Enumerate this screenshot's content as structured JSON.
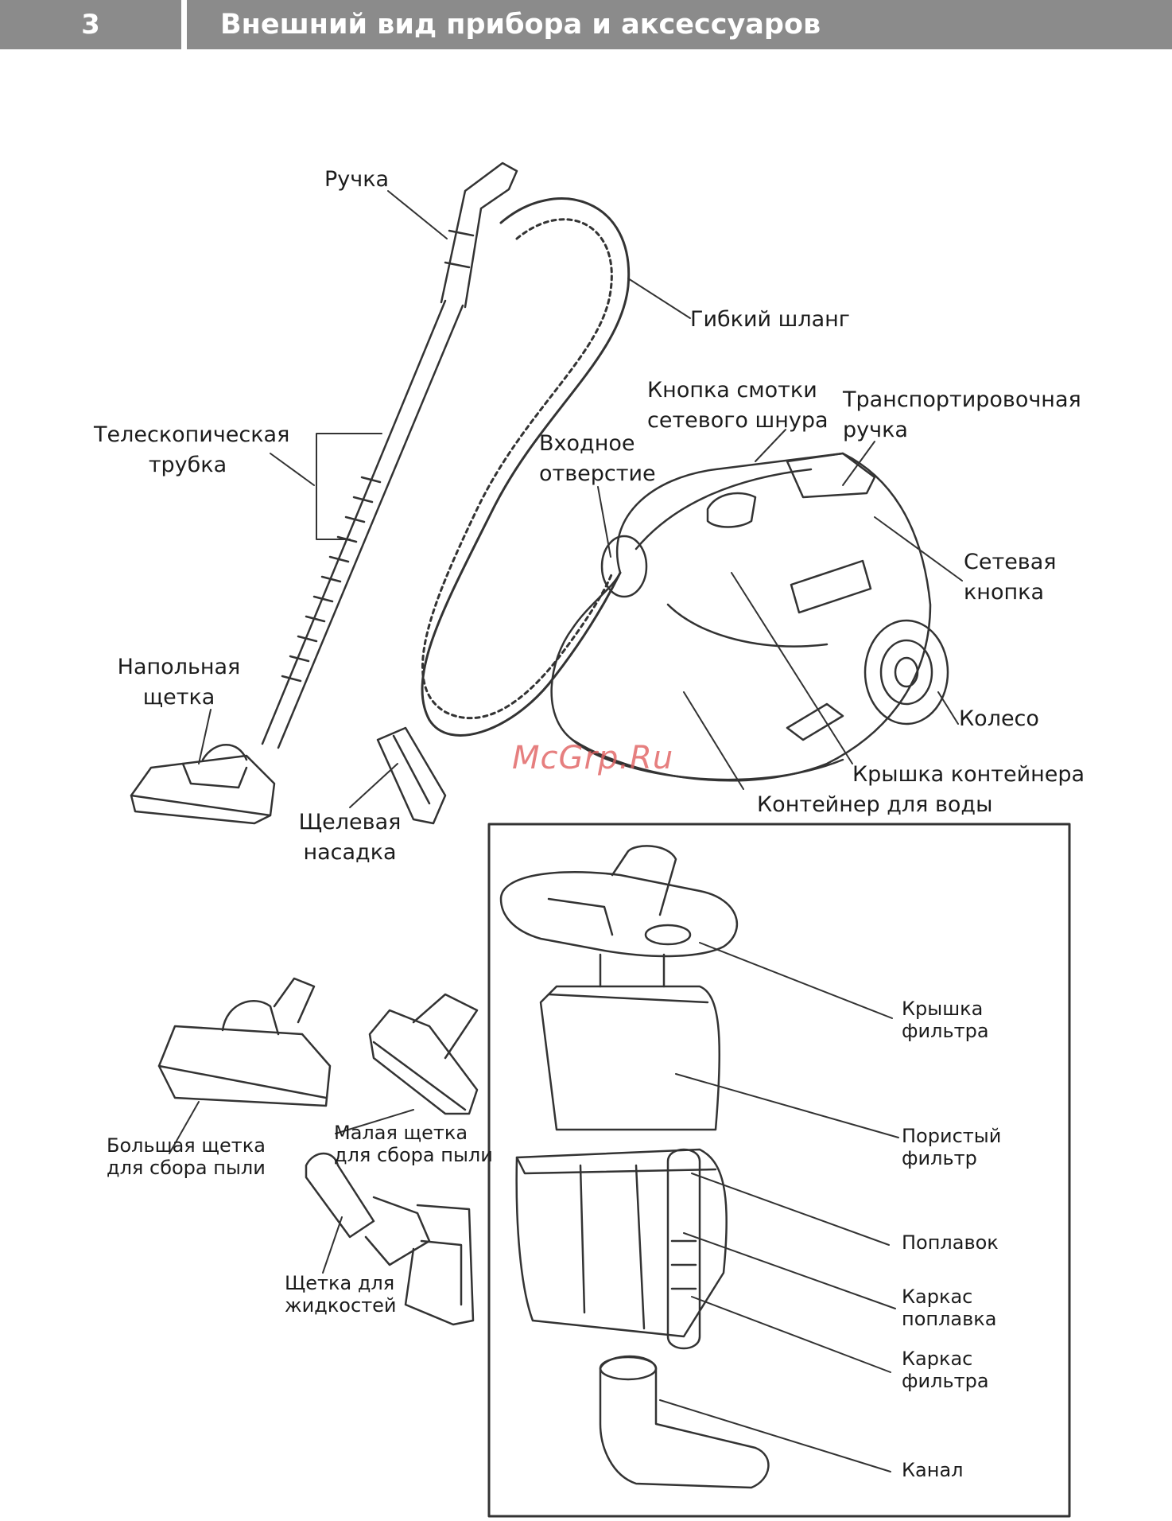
{
  "header": {
    "page_number": "3",
    "title": "Внешний вид прибора и аксессуаров"
  },
  "labels": {
    "handle": "Ручка",
    "hose": "Гибкий шланг",
    "tube": [
      "Телескопическая",
      "трубка"
    ],
    "cord_button": [
      "Кнопка смотки",
      "сетевого шнура"
    ],
    "carry_handle": [
      "Транспортировочная",
      "ручка"
    ],
    "inlet": [
      "Входное",
      "отверстие"
    ],
    "power_button": [
      "Сетевая",
      "кнопка"
    ],
    "floor_brush": [
      "Напольная",
      "щетка"
    ],
    "wheel": "Колесо",
    "container_lid": "Крышка контейнера",
    "water_container": "Контейнер для воды",
    "crevice_nozzle": [
      "Щелевая",
      "насадка"
    ],
    "filter_lid": [
      "Крышка",
      "фильтра"
    ],
    "porous_filter": [
      "Пористый",
      "фильтр"
    ],
    "float": "Поплавок",
    "float_frame": [
      "Каркас",
      "поплавка"
    ],
    "filter_frame": [
      "Каркас",
      "фильтра"
    ],
    "channel": "Канал",
    "big_brush": [
      "Большая щетка",
      "для сбора пыли"
    ],
    "small_brush": [
      "Малая щетка",
      "для сбора пыли"
    ],
    "liquid_brush": [
      "Щетка для",
      "жидкостей"
    ]
  },
  "watermark": "McGrp.Ru"
}
